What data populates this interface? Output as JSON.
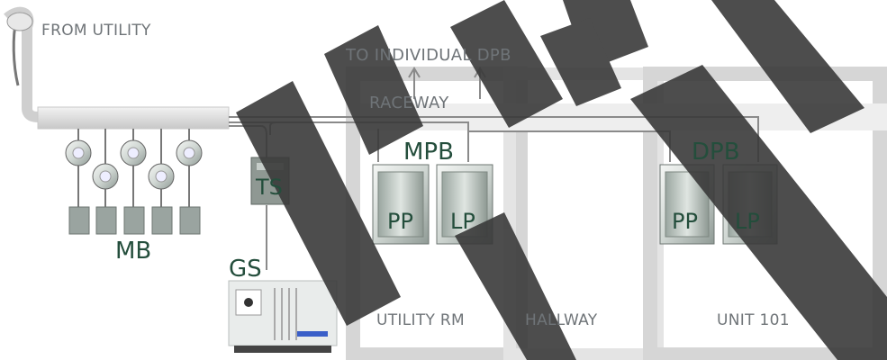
{
  "labels": {
    "from_utility": "FROM UTILITY",
    "to_individual_dpb": "TO INDIVIDUAL DPB",
    "raceway": "RACEWAY",
    "mpb": "MPB",
    "dpb": "DPB",
    "ts": "TS",
    "mb": "MB",
    "gs": "GS",
    "utility_rm": "UTILITY RM",
    "hallway": "HALLWAY",
    "unit_101": "UNIT 101"
  },
  "panels": {
    "mpb_pp": "PP",
    "mpb_lp": "LP",
    "dpb_pp": "PP",
    "dpb_lp": "LP"
  },
  "meters": {
    "count": 5
  },
  "watermark": "PRO EXAM",
  "colors": {
    "label_green": "#244e3c",
    "label_grey": "#6f7478",
    "room_band": "#d9d9d9",
    "watermark": "#3d3d3d"
  }
}
